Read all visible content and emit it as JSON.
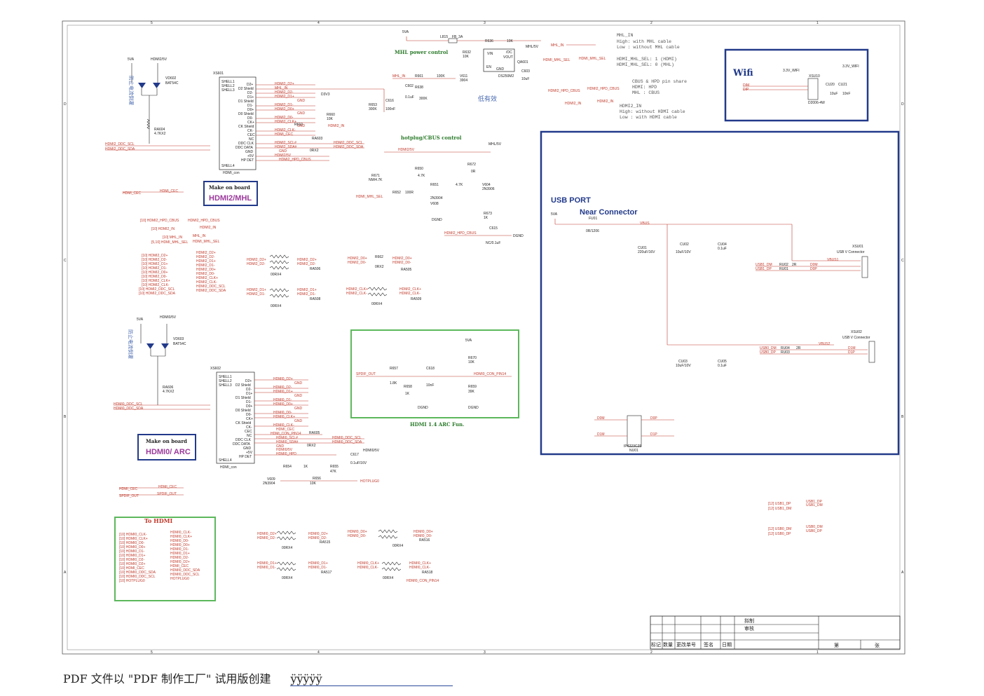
{
  "footer": {
    "text": "PDF 文件以 \"PDF 制作工厂\" 试用版创建",
    "mark": "ÿÿÿÿÿ"
  },
  "power_labels": {
    "vcc_5va": "5VA",
    "hdmi2_5v": "HDMI2/5V",
    "hdmi0_5v": "HDMI0/5V",
    "mhl_5v": "MHL/5V",
    "wifi_3v3": "3.3V_WIFI",
    "d3v3": "D3V3"
  },
  "hdmi2": {
    "ref": "XS601",
    "part": "HDMI_con",
    "vd": "VD602",
    "vd_part": "BAT54C",
    "ra": "RA604",
    "ra_val": "4.7KX2",
    "protect_note": "防止电流倒灌",
    "ddc_scl": "HDMI2_DDC_SCL",
    "ddc_sda": "HDMI2_DDC_SDA",
    "badge_title": "Make on board",
    "badge_name": "HDMI2/MHL",
    "cec_left": "HDMI_CEC",
    "cec_right": "HDMI_CEC",
    "pins": [
      "SHELL1",
      "SHELL2",
      "SHELL3",
      "SHELL4",
      "D2+",
      "D2 Shield",
      "D2-",
      "D1+",
      "D1 Shield",
      "D1-",
      "D0+",
      "D0 Shield",
      "D0-",
      "CK+",
      "CK Shield",
      "CK-",
      "CEC",
      "NC",
      "DDC CLK",
      "DDC DATA",
      "GND",
      "+5V",
      "HP DET"
    ],
    "nets": [
      "HDMI2_D2+",
      "MHL_IN",
      "HDMI2_D2-",
      "HDMI2_D1+",
      "GND",
      "HDMI2_D1-",
      "HDMI2_D0+",
      "GND",
      "HDMI2_D0-",
      "HDMI2_CLK+",
      "GND",
      "HDMI2_CLK-",
      "HDMI_CEC",
      "",
      "HDMI2_SCL#",
      "HDMI2_SDA#",
      "GND",
      "HDMI2/5V",
      "HDMI2_HPD_CBUS"
    ],
    "r660": "R660",
    "r660_val": "10K",
    "r610": "R610",
    "ra603": "RA603",
    "ra603_val": "0RX2",
    "ddc_out_scl": "HDMI2_DDC_SCL",
    "ddc_out_sda": "HDMI2_DDC_SDA",
    "r653": "R653",
    "r653_val": "300K",
    "c616": "C616",
    "c616_val": "100nF"
  },
  "mhl_power": {
    "title": "MHL power control",
    "l815": "L815",
    "l815_val": "FB_3A",
    "r636": "R636",
    "r636_val": "10K",
    "r632": "R632",
    "r632_val": "10K",
    "r661": "R661",
    "r661_val": "100K",
    "v611": "V611",
    "v611_part": "3904",
    "c602": "C602",
    "c602_val": "0.1uF",
    "r638": "R638",
    "r638_val": "300K",
    "qa601": "QA601",
    "qa601_part": "DS250M2",
    "c603": "C603",
    "c603_val": "10uF",
    "ic_vin": "VIN",
    "ic_oc": "/OC",
    "ic_vout": "VOUT",
    "ic_en": "EN",
    "ic_gnd": "GND",
    "mhl_in": "MHL_IN",
    "active_low": "低有效"
  },
  "notes": {
    "mhl_in_label": "MHL_IN",
    "mhl_in_1": "MHL_IN",
    "mhl_in_2": "High: with MHL cable",
    "mhl_in_3": "Low : without MHL cable",
    "mhl_sel_label": "HDMI_MHL_SEL",
    "mhl_sel_1": "HDMI_MHL_SEL: 1 (HDMI)",
    "mhl_sel_2": "HDMI_MHL_SEL: 0 (MHL)",
    "cbus_label": "HDMI2_HPD_CBUS",
    "cbus_1": "CBUS & HPD pin share",
    "cbus_2": "HDMI: HPD",
    "cbus_3": "MHL : CBUS",
    "hdmi2_in_label": "HDMI2_IN",
    "hdmi2_in_1": "HDMI2_IN",
    "hdmi2_in_2": "High: without HDMI cable",
    "hdmi2_in_3": "Low : with HDMI cable"
  },
  "wifi": {
    "title": "Wifi",
    "ref": "XSU10",
    "part": "D2006-4W",
    "cu20": "CU20",
    "cu20_val": "10uF",
    "cu21": "CU21",
    "cu21_val": "10nF",
    "dm": "DIM",
    "dp": "DIP"
  },
  "hotplug": {
    "title": "hotplug/CBUS control",
    "r671": "R671",
    "r671_val": "NM/4.7K",
    "r652": "R652",
    "r652_val": "100R",
    "r650": "R650",
    "r650_val": "4.7K",
    "v608": "V608",
    "v608_part": "2N3904",
    "r651": "R651",
    "r651_val": "4.7K",
    "r672": "R672",
    "r672_val": "0R",
    "v604": "V604",
    "v604_part": "2N3906",
    "r673": "R673",
    "r673_val": "1K",
    "c615": "C615",
    "c615_val": "NC/0.1uF",
    "dgnd": "DGND",
    "hpd_cbus": "HDMI2_HPD_CBUS",
    "mhl_sel": "HDMI_MHL_SEL"
  },
  "net_refs_left": [
    "[10]  HDMI2_HPD_CBUS",
    "[10]  HDMI2_IN",
    "[10]  MHL_IN",
    "[5,10]  HDMI_MHL_SEL",
    "[10]  HDMI2_D2+",
    "[10]  HDMI2_D2-",
    "[10]  HDMI2_D1+",
    "[10]  HDMI2_D1-",
    "[10]  HDMI2_D0+",
    "[10]  HDMI2_D0-",
    "[10]  HDMI2_CLK+",
    "[10]  HDMI2_CLK-",
    "[10]  HDMI2_DDC_SCL",
    "[10]  HDMI2_DDC_SDA"
  ],
  "resistor_arrays": {
    "ra506": "RA506",
    "ra508": "RA508",
    "ra505": "RA505",
    "ra509": "RA509",
    "ra515": "RA515",
    "ra516": "RA516",
    "ra517": "RA517",
    "ra518": "RA518",
    "val": "00RX4",
    "r662": "R662",
    "r662_val": "0RX2"
  },
  "hdmi0": {
    "ref": "XS602",
    "part": "HDMI_con",
    "vd": "VD603",
    "vd_part": "BAT54C",
    "ra": "RA606",
    "ra_val": "4.7KX2",
    "protect_note": "防止电流倒灌",
    "ddc_scl": "HDMI0_DDC_SCL",
    "ddc_sda": "HDMI0_DDC_SDA",
    "badge_title": "Make on board",
    "badge_name": "HDMI0/ ARC",
    "cec": "HDMI_CEC",
    "spdif": "SPDIF_OUT",
    "nets": [
      "HDMI0_D2+",
      "GND",
      "HDMI0_D2-",
      "HDMI0_D1+",
      "GND",
      "HDMI0_D1-",
      "HDMI0_D0+",
      "GND",
      "HDMI0_D0-",
      "HDMI0_CLK+",
      "GND",
      "HDMI0_CLK-",
      "HDMI_CEC",
      "HDMI_CON_PIN14",
      "HDMI0_SCL#",
      "HDMI0_SDA#",
      "GND",
      "HDMI0/5V",
      "HDMI0_HPD"
    ],
    "ra605": "RA605",
    "ra605_val": "0RX2",
    "ddc_out_scl": "HDMI0_DDC_SCL",
    "ddc_out_sda": "HDMI0_DDC_SDA",
    "c617": "C617",
    "c617_val": "0.1uF/16V",
    "r654": "R654",
    "r654_val": "1K",
    "r655": "R655",
    "r655_val": "47K",
    "v609": "V609",
    "v609_part": "2N3904",
    "r656": "R656",
    "r656_val": "10K",
    "hotplug": "HOTPLUG0"
  },
  "arc": {
    "title": "HDMI 1.4 ARC Fun.",
    "spdif": "SPDIF_OUT",
    "r657": "R657",
    "r657_val": "1.8K",
    "c618": "C618",
    "c618_val": "10nF",
    "r658": "R658",
    "r658_val": "1K",
    "r670": "R670",
    "r670_val": "10K",
    "r659": "R659",
    "r659_val": "39K",
    "pin14": "HDMI0_CON_PIN14",
    "dgnd": "DGND",
    "v5": "5VA"
  },
  "to_hdmi": {
    "title": "To HDMI",
    "left": [
      "[10]  HDMI0_CLK-",
      "[10]  HDMI0_CLK+",
      "[10]  HDMI0_D0-",
      "[10]  HDMI0_D0+",
      "[10]  HDMI0_D1-",
      "[10]  HDMI0_D1+",
      "[10]  HDMI0_D2-",
      "[10]  HDMI0_D2+",
      "[10]  HDMI_CEC",
      "[10]  HDMI0_DDC_SDA",
      "[10]  HDMI0_DDC_SCL",
      "[10]  HOTPLUG0"
    ],
    "right": [
      "HDMI0_CLK-",
      "HDMI0_CLK+",
      "HDMI0_D0-",
      "HDMI0_D0+",
      "HDMI0_D1-",
      "HDMI0_D1+",
      "HDMI0_D2-",
      "HDMI0_D2+",
      "HDMI_CEC",
      "HDMI0_DDC_SDA",
      "HDMI0_DDC_SCL",
      "HOTPLUG0"
    ],
    "pin14": "HDMI0_CON_PIN14"
  },
  "usb": {
    "title": "USB PORT",
    "near": "Near Connector",
    "v5": "5VA",
    "fu01": "FU01",
    "fu01_val": "0R/1206",
    "vbus": "VBUS",
    "cu01": "CU01",
    "cu01_val": "220uF/16V",
    "cu02": "CU02",
    "cu02_val": "10uF/10V",
    "cu04": "CU04",
    "cu04_val": "0.1uF",
    "cu03": "CU03",
    "cu03_val": "10uF/10V",
    "cu05": "CU05",
    "cu05_val": "0.1uF",
    "xsu01": "XSU01",
    "xsu01_part": "USB V Connector",
    "xsu02": "XSU02",
    "xsu02_part": "USB V Connector",
    "vbus1": "VBUS1",
    "vbus2": "VBUS2",
    "usb1_dm": "USB1_DM",
    "usb1_dp": "USB1_DP",
    "usb0_dm": "USB0_DM",
    "usb0_dp": "USB0_DP",
    "ru01": "RU01",
    "ru02": "RU02",
    "ru03": "RU03",
    "ru04": "RU04",
    "rval": "2R",
    "d0m": "D0M",
    "d0p": "D0P",
    "d1m": "D1M",
    "d1p": "D1P",
    "nu01": "NU01",
    "nu01_part": "IP4223CZ6",
    "refs": [
      "[12]  USB1_DP",
      "[12]  USB1_DM",
      "[12]  USB0_DM",
      "[12]  USB0_DP"
    ]
  },
  "titleblock": {
    "c1": "标记",
    "c2": "数量",
    "c3": "更改单号",
    "c4": "签名",
    "c5": "日期",
    "draw": "拟制",
    "check": "审核",
    "sheet": "第",
    "sheets": "张"
  },
  "frame": {
    "cols": [
      "5",
      "4",
      "3",
      "2",
      "1"
    ],
    "rows": [
      "D",
      "C",
      "B",
      "A"
    ]
  }
}
